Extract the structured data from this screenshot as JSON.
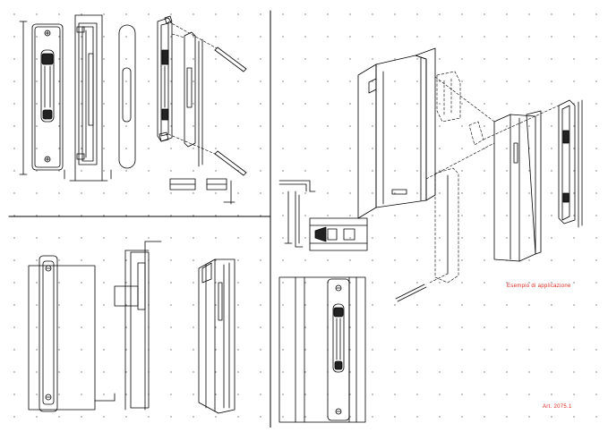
{
  "sheet": {
    "caption": "Esempio di applicazione",
    "art_code": "Art. 2075.1",
    "caption_color": "#e0281e",
    "line_color": "#000000",
    "dot_color": "#6f6f6f",
    "background": "#ffffff"
  },
  "panels": {
    "top_left": {
      "content": "flush pull handle: front, side and rear views, exploded assembly with fixing screws, cross-section details"
    },
    "bottom_left": {
      "content": "installation views: front, side and perspective on sliding profile"
    },
    "right": {
      "content": "application example: exploded installation into aluminium sliding frame, section detail and front view mounted on frame"
    }
  },
  "icons": {
    "handle": "flush-pull-handle-icon",
    "screw": "screw-icon",
    "profile": "aluminium-profile-icon"
  }
}
